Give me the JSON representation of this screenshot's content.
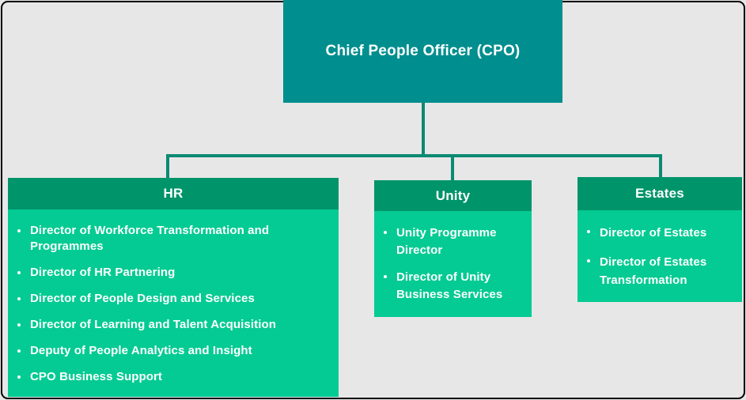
{
  "diagram": {
    "type": "org-chart",
    "root": {
      "title": "Chief People Officer (CPO)"
    },
    "departments": [
      {
        "name": "HR",
        "members": [
          "Director of Workforce Transformation and Programmes",
          "Director of HR Partnering",
          "Director of People Design and Services",
          "Director of Learning and Talent Acquisition",
          "Deputy of People Analytics and Insight",
          "CPO Business Support"
        ]
      },
      {
        "name": "Unity",
        "members": [
          "Unity Programme Director",
          "Director of Unity Business Services"
        ]
      },
      {
        "name": "Estates",
        "members": [
          "Director of Estates",
          "Director of Estates Transformation"
        ]
      }
    ],
    "colors": {
      "background": "#e7e7e7",
      "frame_border": "#000000",
      "root_box": "#008e8e",
      "department_header": "#00946a",
      "department_body": "#04cb93",
      "connector": "#0b8a72",
      "text": "#ffffff"
    }
  }
}
